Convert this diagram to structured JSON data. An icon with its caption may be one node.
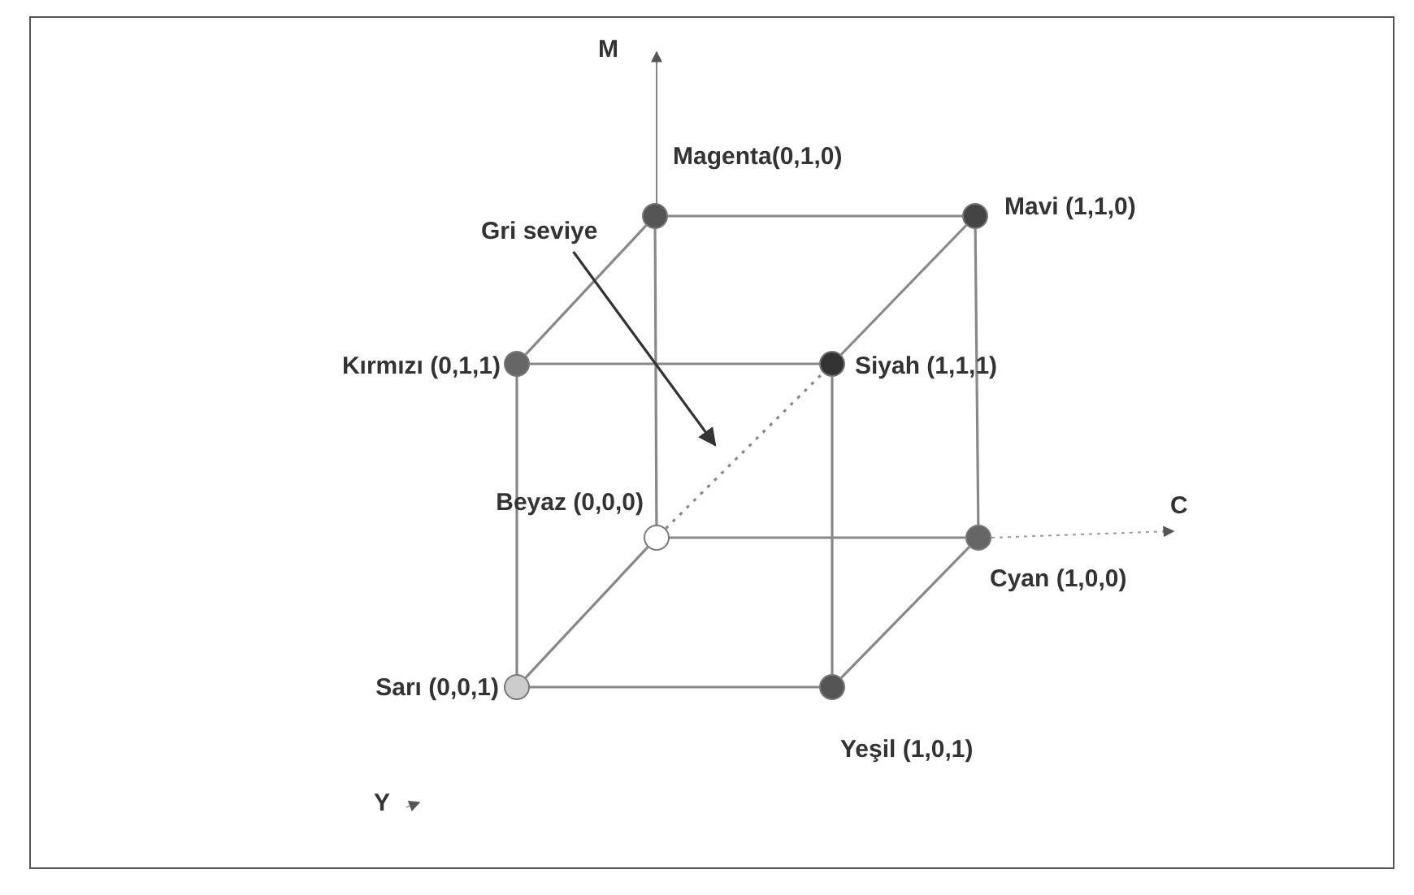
{
  "diagram": {
    "nodes": [
      {
        "text": [],
        "shape": "circle",
        "beside": [
          "Magenta(0,1,0)"
        ]
      },
      {
        "text": [],
        "shape": "circle",
        "beside": [
          "Mavi (1,1,0)"
        ]
      },
      {
        "text": [],
        "shape": "circle",
        "beside": [
          "Kırmızı (0,1,1)"
        ]
      },
      {
        "text": [],
        "shape": "circle",
        "beside": [
          "Siyah (1,1,1)"
        ]
      },
      {
        "text": [],
        "shape": "circle",
        "beside": [
          "Beyaz (0,0,0)"
        ]
      },
      {
        "text": [],
        "shape": "circle",
        "beside": [
          "Cyan (1,0,0)"
        ]
      },
      {
        "text": [],
        "shape": "circle",
        "beside": [
          "Sarı (0,0,1)"
        ]
      },
      {
        "text": [],
        "shape": "circle",
        "beside": [
          "Yeşil (1,0,1)"
        ]
      },
      {
        "text": [
          "Gri seviye"
        ]
      }
    ],
    "edges": [
      {
        "from": 0,
        "to": 1,
        "arrow": "none"
      },
      {
        "from": 0,
        "to": 2,
        "arrow": "none"
      },
      {
        "from": 1,
        "to": 3,
        "arrow": "none"
      },
      {
        "from": 2,
        "to": 3,
        "arrow": "none"
      },
      {
        "from": 0,
        "to": 4,
        "arrow": "none"
      },
      {
        "from": 1,
        "to": 5,
        "arrow": "none"
      },
      {
        "from": 2,
        "to": 6,
        "arrow": "none"
      },
      {
        "from": 3,
        "to": 7,
        "arrow": "none"
      },
      {
        "from": 4,
        "to": 5,
        "arrow": "none"
      },
      {
        "from": 4,
        "to": 6,
        "arrow": "none"
      },
      {
        "from": 5,
        "to": 7,
        "arrow": "none"
      },
      {
        "from": 6,
        "to": 7,
        "arrow": "none"
      },
      {
        "from": 4,
        "to": 3,
        "arrow": "none",
        "style": "dashed"
      },
      {
        "from": 8,
        "to": null,
        "arrow": "to",
        "color": "#333333"
      }
    ],
    "labels": [
      "M",
      "C",
      "Y"
    ]
  }
}
